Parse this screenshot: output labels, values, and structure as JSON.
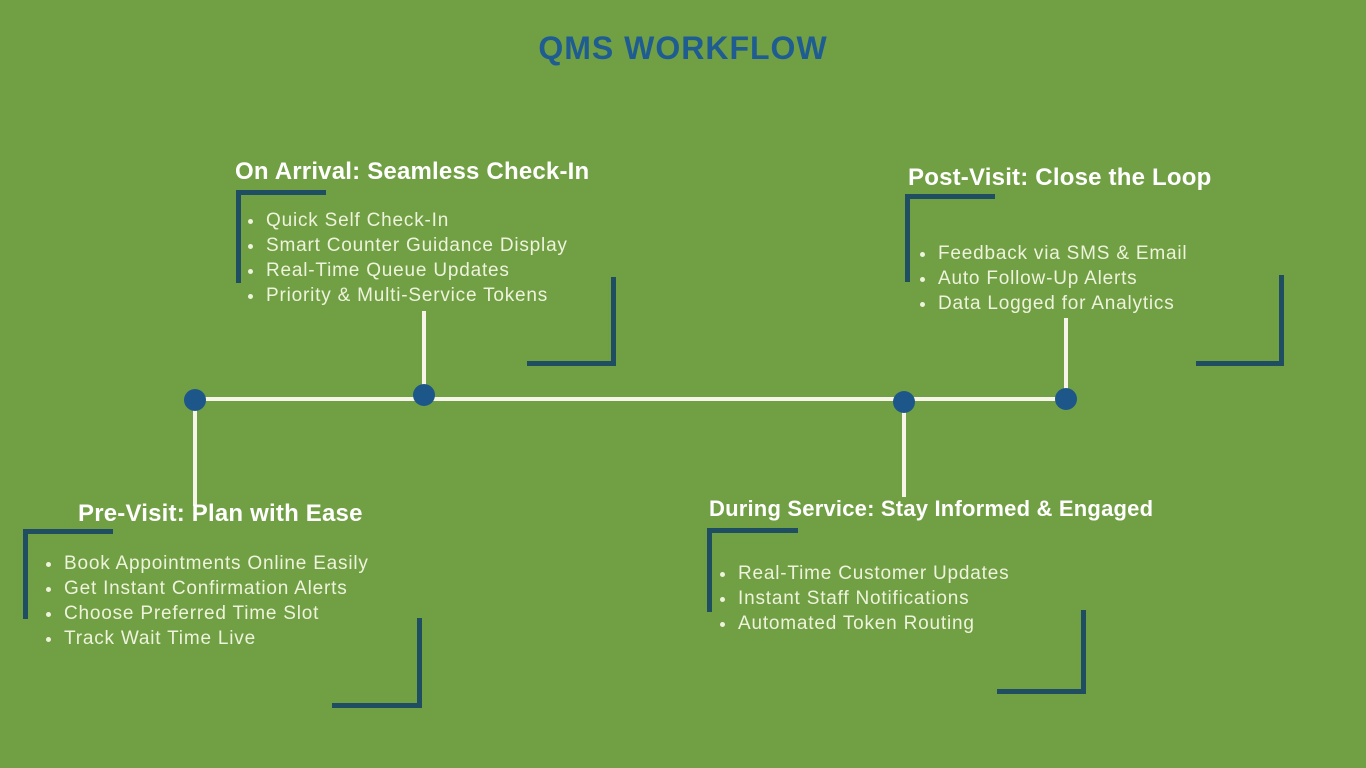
{
  "title": "QMS WORKFLOW",
  "colors": {
    "background": "#719f44",
    "title": "#1e5c92",
    "bracket": "#1f4e63",
    "node": "#1d578a",
    "connector": "#f7f5ea",
    "heading_text": "#ffffff",
    "bullet_text": "#eef3dc"
  },
  "sections": [
    {
      "id": "on-arrival",
      "title": "On Arrival: Seamless Check-In",
      "items": [
        "Quick Self Check-In",
        "Smart Counter Guidance Display",
        "Real-Time Queue Updates",
        "Priority & Multi-Service Tokens"
      ]
    },
    {
      "id": "post-visit",
      "title": "Post-Visit: Close the Loop",
      "items": [
        "Feedback via SMS & Email",
        "Auto Follow-Up Alerts",
        "Data Logged for Analytics"
      ]
    },
    {
      "id": "pre-visit",
      "title": "Pre-Visit: Plan with Ease",
      "items": [
        "Book Appointments Online Easily",
        "Get Instant Confirmation Alerts",
        "Choose Preferred Time Slot",
        "Track Wait Time Live"
      ]
    },
    {
      "id": "during-service",
      "title": "During Service: Stay Informed & Engaged",
      "items": [
        "Real-Time Customer Updates",
        "Instant Staff Notifications",
        "Automated Token Routing"
      ]
    }
  ],
  "timeline": {
    "node_count": 4
  }
}
